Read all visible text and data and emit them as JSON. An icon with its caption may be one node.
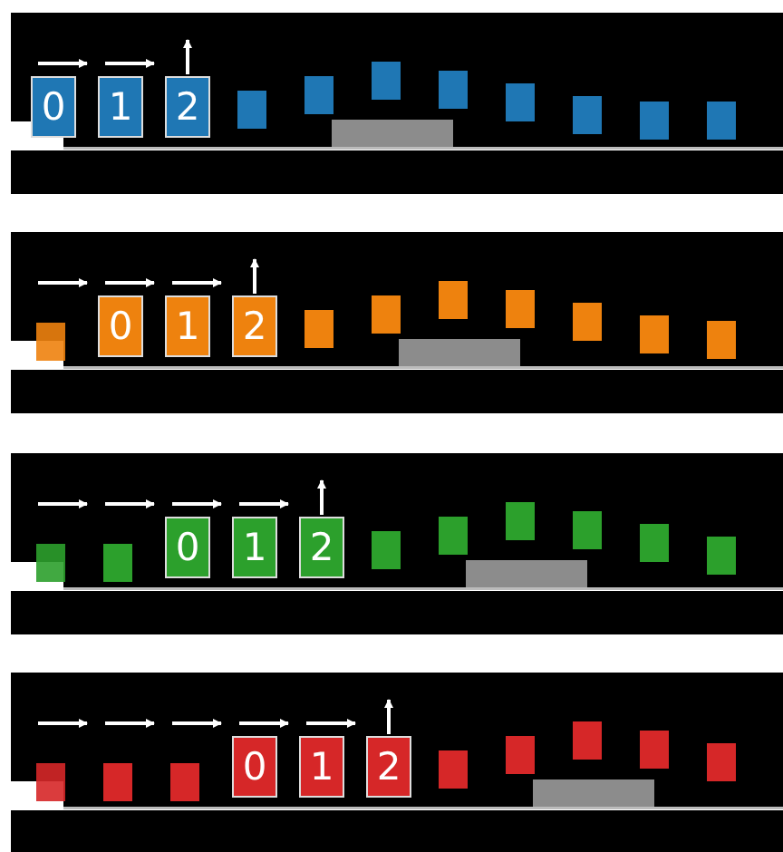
{
  "diagram": {
    "nodes": [
      {
        "text": [
          "0"
        ]
      },
      {
        "text": [
          "1"
        ]
      },
      {
        "text": [
          "2"
        ]
      },
      {
        "text": [],
        "shape": "box"
      },
      {
        "text": [],
        "shape": "box"
      },
      {
        "text": [],
        "shape": "box"
      },
      {
        "text": [],
        "shape": "box"
      },
      {
        "text": [],
        "shape": "box"
      },
      {
        "text": [],
        "shape": "box"
      },
      {
        "text": [],
        "shape": "box"
      },
      {
        "text": [],
        "shape": "box"
      },
      {
        "text": [],
        "shape": "box"
      },
      {
        "text": [
          "0"
        ]
      },
      {
        "text": [
          "1"
        ]
      },
      {
        "text": [
          "2"
        ]
      },
      {
        "text": [],
        "shape": "box"
      },
      {
        "text": [],
        "shape": "box"
      },
      {
        "text": [],
        "shape": "box"
      },
      {
        "text": [],
        "shape": "box"
      },
      {
        "text": [],
        "shape": "box"
      },
      {
        "text": [],
        "shape": "box"
      },
      {
        "text": [],
        "shape": "box"
      },
      {
        "text": [],
        "shape": "box"
      },
      {
        "text": [],
        "shape": "box"
      },
      {
        "text": [
          "0"
        ]
      },
      {
        "text": [
          "1"
        ]
      },
      {
        "text": [
          "2"
        ]
      },
      {
        "text": [],
        "shape": "box"
      },
      {
        "text": [],
        "shape": "box"
      },
      {
        "text": [],
        "shape": "box"
      },
      {
        "text": [],
        "shape": "box"
      },
      {
        "text": [],
        "shape": "box"
      },
      {
        "text": [],
        "shape": "box"
      },
      {
        "text": [],
        "shape": "box"
      },
      {
        "text": [],
        "shape": "box"
      },
      {
        "text": [],
        "shape": "box"
      },
      {
        "text": [
          "0"
        ]
      },
      {
        "text": [
          "1"
        ]
      },
      {
        "text": [
          "2"
        ]
      },
      {
        "text": [],
        "shape": "box"
      },
      {
        "text": [],
        "shape": "box"
      },
      {
        "text": [],
        "shape": "box"
      },
      {
        "text": [],
        "shape": "box"
      },
      {
        "text": [],
        "shape": "box"
      }
    ]
  }
}
